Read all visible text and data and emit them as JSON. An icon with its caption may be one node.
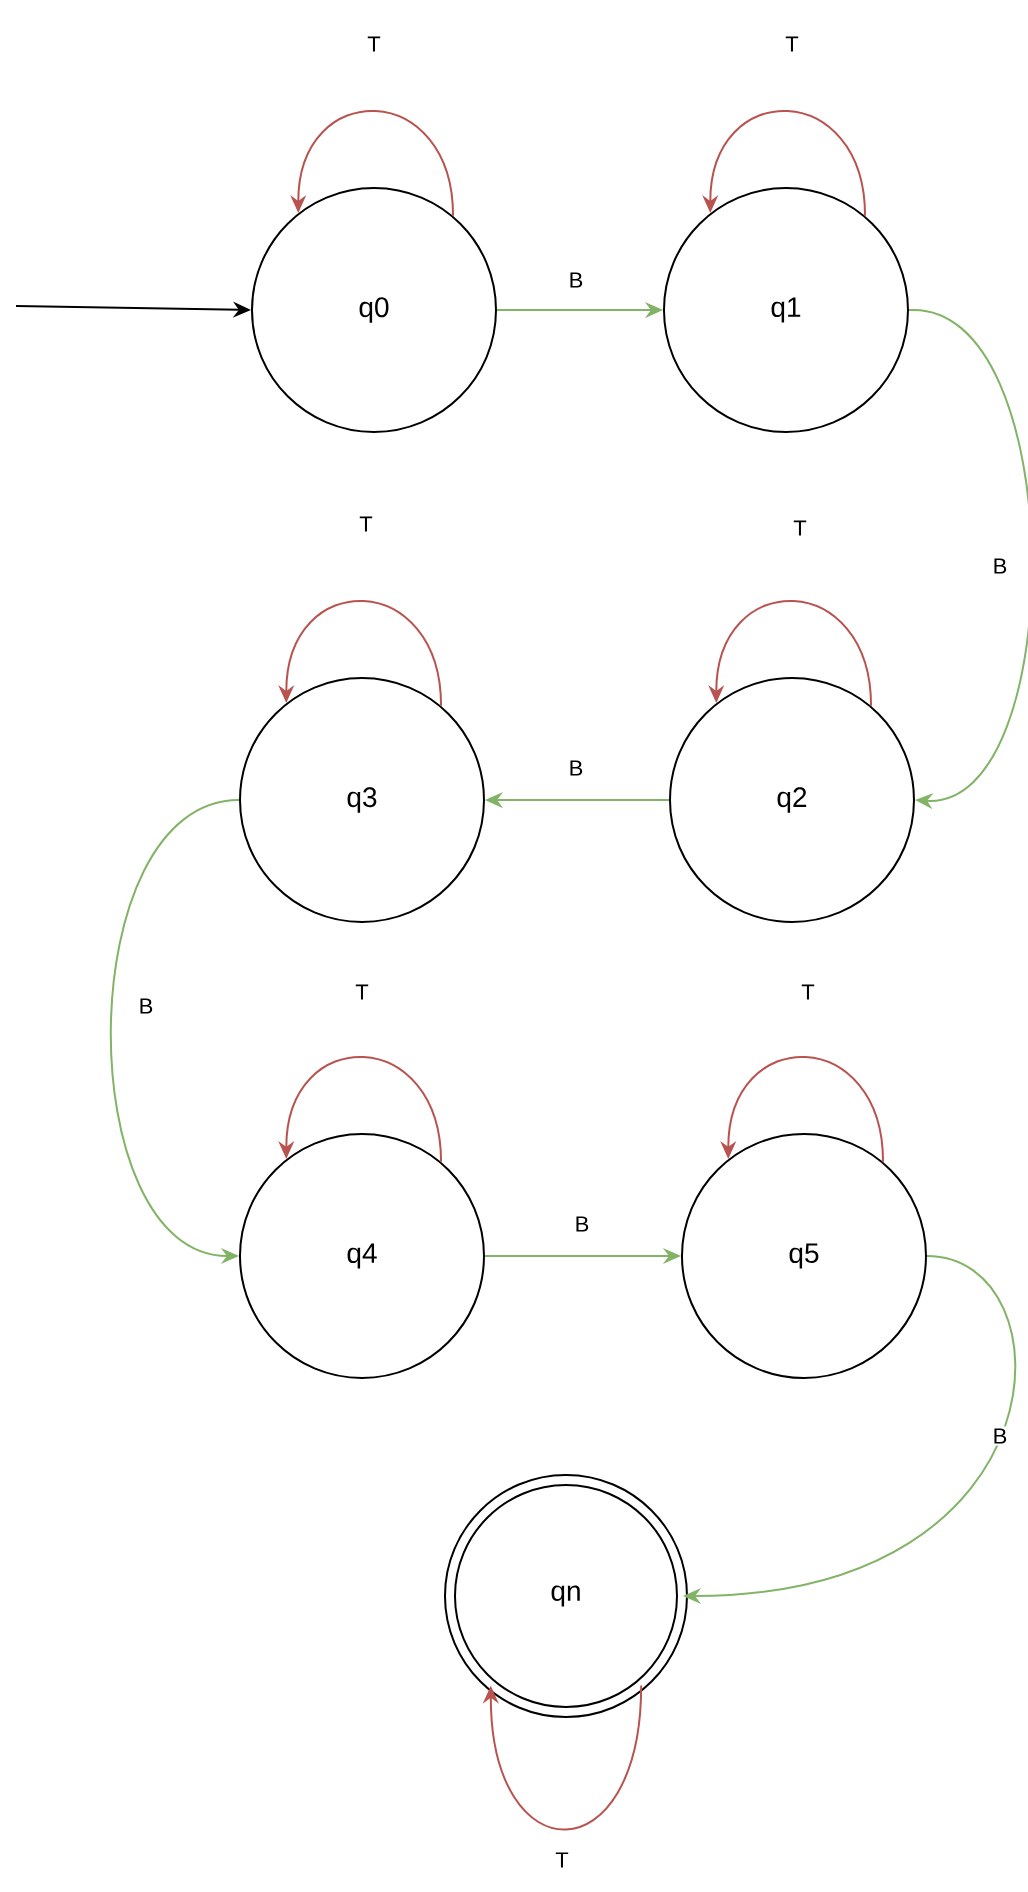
{
  "diagram": {
    "nodes": [
      {
        "text": [
          "q0"
        ]
      },
      {
        "text": [
          "q1"
        ]
      },
      {
        "text": [
          "q2"
        ]
      },
      {
        "text": [
          "q3"
        ]
      },
      {
        "text": [
          "q4"
        ]
      },
      {
        "text": [
          "q5"
        ]
      },
      {
        "text": [
          "qn"
        ]
      }
    ],
    "edges": [
      {
        "from": null,
        "to": 0,
        "arrow": "to",
        "color": "#000000"
      },
      {
        "from": 0,
        "to": 0,
        "arrow": "to",
        "label": "T",
        "color": "#b85450"
      },
      {
        "from": 0,
        "to": 1,
        "arrow": "to",
        "label": "B",
        "color": "#82b366"
      },
      {
        "from": 1,
        "to": 1,
        "arrow": "to",
        "label": "T",
        "color": "#b85450"
      },
      {
        "from": 1,
        "to": 2,
        "arrow": "to",
        "label": "B",
        "color": "#82b366"
      },
      {
        "from": 2,
        "to": 2,
        "arrow": "to",
        "label": "T",
        "color": "#b85450"
      },
      {
        "from": 2,
        "to": 3,
        "arrow": "to",
        "label": "B",
        "color": "#82b366"
      },
      {
        "from": 3,
        "to": 3,
        "arrow": "to",
        "label": "T",
        "color": "#b85450"
      },
      {
        "from": 3,
        "to": 4,
        "arrow": "to",
        "label": "B",
        "color": "#82b366"
      },
      {
        "from": 4,
        "to": 4,
        "arrow": "to",
        "label": "T",
        "color": "#b85450"
      },
      {
        "from": 4,
        "to": 5,
        "arrow": "to",
        "label": "B",
        "color": "#82b366"
      },
      {
        "from": 5,
        "to": 5,
        "arrow": "to",
        "label": "T",
        "color": "#b85450"
      },
      {
        "from": 5,
        "to": 6,
        "arrow": "to",
        "label": "B",
        "color": "#82b366"
      },
      {
        "from": 6,
        "to": 6,
        "arrow": "to",
        "label": "T",
        "color": "#b85450"
      }
    ]
  }
}
